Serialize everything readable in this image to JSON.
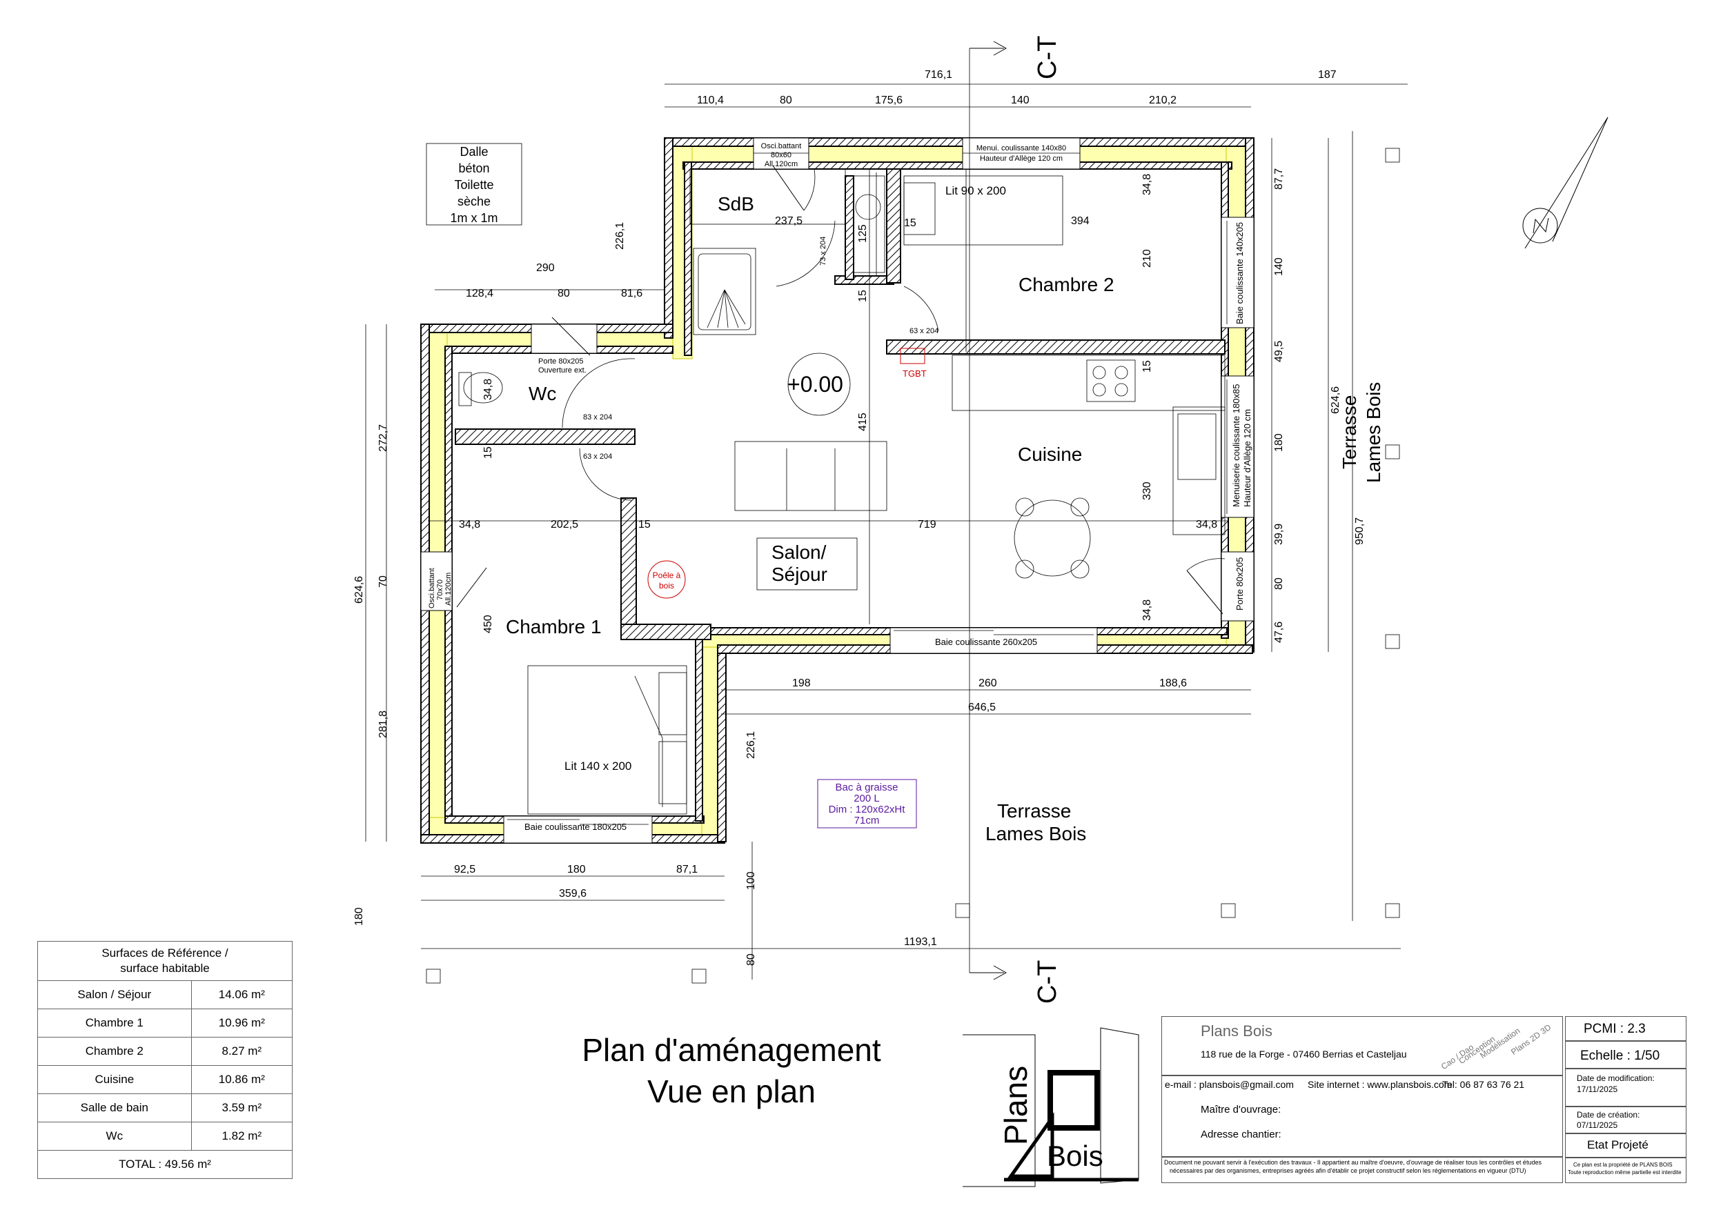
{
  "plan": {
    "rooms": {
      "sdb": "SdB",
      "wc": "Wc",
      "chambre2": "Chambre 2",
      "cuisine": "Cuisine",
      "chambre1": "Chambre 1",
      "salon_l1": "Salon/",
      "salon_l2": "Séjour"
    },
    "level": "+0.00",
    "section_label": "C-T",
    "terrasse_l1": "Terrasse",
    "terrasse_l2": "Lames Bois",
    "dalle": [
      "Dalle",
      "béton",
      "Toilette",
      "sèche",
      "1m x 1m"
    ],
    "poele": [
      "Poêle à",
      "bois"
    ],
    "bac": [
      "Bac à graisse",
      "200 L",
      "Dim : 120x62xHt",
      "71cm"
    ],
    "tgbt": "TGBT",
    "lit2": "Lit 90 x 200",
    "lit1": "Lit 140 x 200",
    "labels": {
      "osci_top": [
        "Osci.battant",
        "80x60",
        "All.120cm"
      ],
      "menui_top": [
        "Menui. coulissante 140x80",
        "Hauteur d'Allège 120 cm"
      ],
      "porte_wc": [
        "Porte 80x205",
        "Ouverture ext."
      ],
      "d83": "83 x 204",
      "d63a": "63 x 204",
      "d63b": "63 x 204",
      "d73": "73 x 204",
      "baie_ch2": "Baie coulissante 140x205",
      "menui_cuis": [
        "Menuiserie coulissante 180x85",
        "Hauteur d'Allège 120 cm"
      ],
      "porte_cuis": "Porte 80x205",
      "baie_260": "Baie coulissante 260x205",
      "baie_180": "Baie coulissante 180x205",
      "osci_left": [
        "Osci.battant",
        "70x70",
        "All.120cm"
      ]
    },
    "dims": {
      "top_total": "716,1",
      "top_right": "187",
      "top_parts": [
        "110,4",
        "80",
        "175,6",
        "140",
        "210,2"
      ],
      "d290": "290",
      "wc_parts": [
        "128,4",
        "80",
        "81,6"
      ],
      "d226a": "226,1",
      "d237": "237,5",
      "d125": "125",
      "d15a": "15",
      "d15b": "15",
      "d394": "394",
      "d348a": "34,8",
      "d210": "210",
      "d15c": "15",
      "d415": "415",
      "d15d": "15",
      "d15e": "15",
      "d330": "330",
      "d348b": "34,8",
      "d348c": "34,8",
      "d2025": "202,5",
      "d719": "719",
      "d348d": "34,8",
      "d450": "450",
      "d348e": "34,8",
      "right_parts": [
        "87,7",
        "140",
        "49,5",
        "180",
        "39,9",
        "80",
        "47,6"
      ],
      "d6246r": "624,6",
      "d9507": "950,7",
      "left_parts": [
        "272,7",
        "70",
        "281,8"
      ],
      "d6246l": "624,6",
      "d180": "180",
      "bottom_parts": [
        "198",
        "260",
        "188,6"
      ],
      "d6465": "646,5",
      "d226b": "226,1",
      "d100": "100",
      "d80": "80",
      "bl_parts": [
        "92,5",
        "180",
        "87,1"
      ],
      "d3596": "359,6",
      "d11931": "1193,1"
    }
  },
  "surfaces": {
    "header": [
      "Surfaces de Référence /",
      "surface habitable"
    ],
    "rows": [
      {
        "name": "Salon / Séjour",
        "value": "14.06 m²"
      },
      {
        "name": "Chambre 1",
        "value": "10.96 m²"
      },
      {
        "name": "Chambre 2",
        "value": "8.27 m²"
      },
      {
        "name": "Cuisine",
        "value": "10.86 m²"
      },
      {
        "name": "Salle de bain",
        "value": "3.59 m²"
      },
      {
        "name": "Wc",
        "value": "1.82 m²"
      }
    ],
    "total": "TOTAL : 49.56 m²"
  },
  "title": [
    "Plan d'aménagement",
    "Vue en plan"
  ],
  "title_block": {
    "logo_a": "Plans",
    "logo_b": "Bois",
    "company": "Plans Bois",
    "address": "118 rue de la Forge - 07460 Berrias et Casteljau",
    "services": [
      "Cao / Dao",
      "Conception",
      "Modélisation",
      "Plans 2D 3D"
    ],
    "email": "e-mail : plansbois@gmail.com",
    "site": "Site internet : www.plansbois.com",
    "tel": "Tel: 06 87 63 76 21",
    "maitre": "Maître d'ouvrage:",
    "adresse": "Adresse chantier:",
    "disclaimer": [
      "Document ne pouvant servir à l'exécution des travaux - Il appartient au maître d'oeuvre, d'ouvrage de réaliser tous les contrôles et études",
      "nécessaires par des organismes, entreprises agréés afin d'établir ce projet constructif selon les réglementations en vigueur (DTU)"
    ],
    "pcmi": "PCMI :  2.3",
    "echelle": "Echelle : 1/50",
    "modif": [
      "Date de modification:",
      "17/11/2025"
    ],
    "creation": [
      "Date de création:",
      "07/11/2025"
    ],
    "etat": "Etat Projeté",
    "copyright": [
      "Ce plan est la propriété de PLANS BOIS",
      "Toute reproduction même partielle est interdite"
    ]
  }
}
